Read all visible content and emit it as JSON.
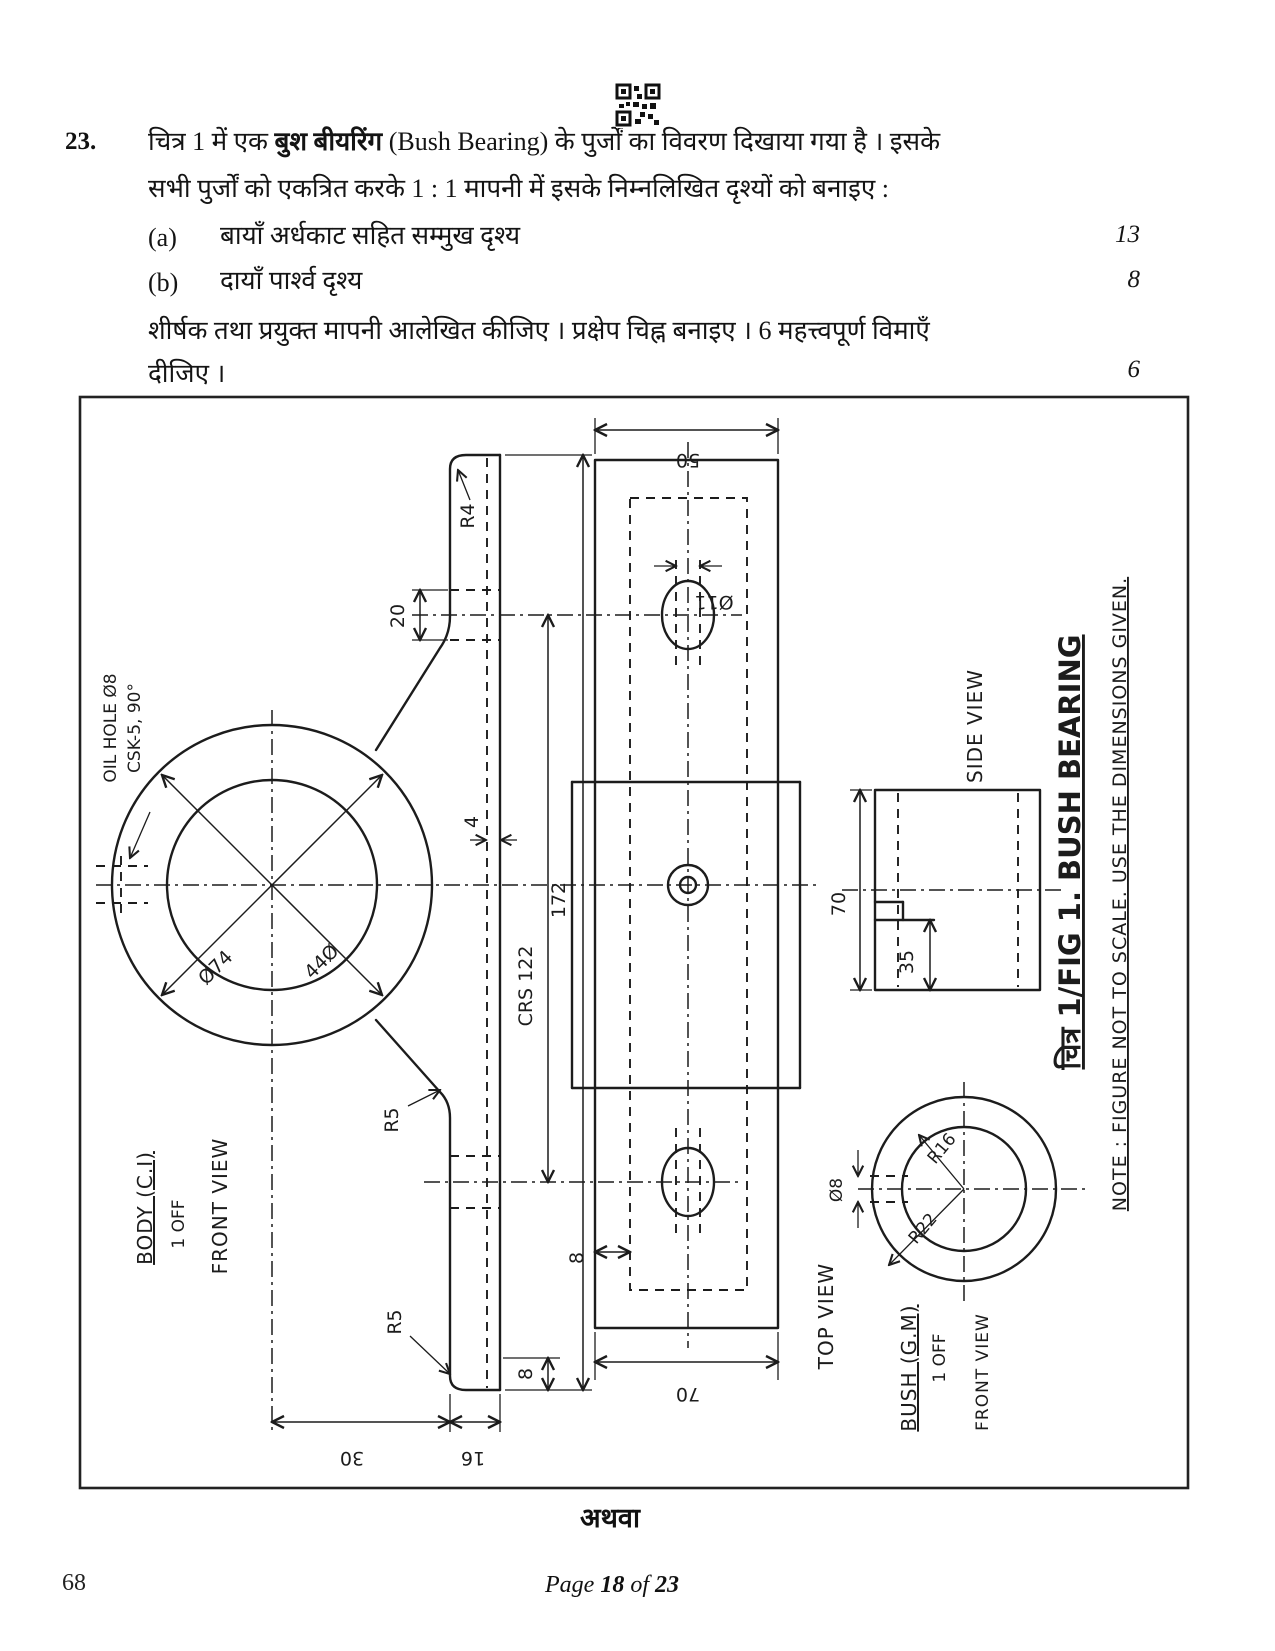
{
  "question": {
    "number": "23.",
    "line1_pre": "चित्र 1 में एक ",
    "line1_bold": "बुश बीयरिंग",
    "line1_post": " (Bush Bearing) के पुर्जों का विवरण दिखाया गया है । इसके",
    "line2": "सभी पुर्जों को एकत्रित करके 1 : 1 मापनी में इसके निम्नलिखित दृश्यों को बनाइए :",
    "part_a_label": "(a)",
    "part_a_text": "बायाँ अर्धकाट सहित सम्मुख दृश्य",
    "part_a_marks": "13",
    "part_b_label": "(b)",
    "part_b_text": "दायाँ पार्श्व दृश्य",
    "part_b_marks": "8",
    "closing_line1": "शीर्षक तथा प्रयुक्त मापनी आलेखित कीजिए । प्रक्षेप चिह्न बनाइए । 6 महत्त्वपूर्ण विमाएँ",
    "closing_line2": "दीजिए ।",
    "closing_marks": "6"
  },
  "figure": {
    "labels": {
      "oil_hole_line1": "OIL HOLE Ø8",
      "oil_hole_line2": "CSK-5, 90°",
      "r4": "R4",
      "dim_20": "20",
      "dia_74": "Ø74",
      "dia_44": "44Ø",
      "dim_4": "4",
      "dim_172": "172",
      "crs_122": "CRS 122",
      "r5_upper": "R5",
      "r5_lower": "R5",
      "dim_30": "30",
      "dim_16": "16",
      "dim_8_front": "8",
      "body_title": "BODY (C.I)",
      "body_qty": "1 OFF",
      "body_view": "FRONT VIEW",
      "dim_50": "50",
      "dia_11": "Ø11",
      "dim_8_top": "8",
      "dim_70_top": "70",
      "top_view": "TOP VIEW",
      "dim_70_side": "70",
      "dim_35": "35",
      "side_view": "SIDE VIEW",
      "r16": "R16",
      "r22": "R22",
      "dia_8_bush": "Ø8",
      "bush_title": "BUSH (G.M)",
      "bush_qty": "1 OFF",
      "bush_view": "FRONT VIEW",
      "fig_caption": "चित्र 1/FIG 1. BUSH BEARING",
      "note": "NOTE : FIGURE NOT TO SCALE. USE THE DIMENSIONS GIVEN."
    }
  },
  "or_text": "अथवा",
  "footer": {
    "page_number_left": "68",
    "page_pre": "Page",
    "page_current": "18",
    "page_of": "of",
    "page_total": "23"
  }
}
